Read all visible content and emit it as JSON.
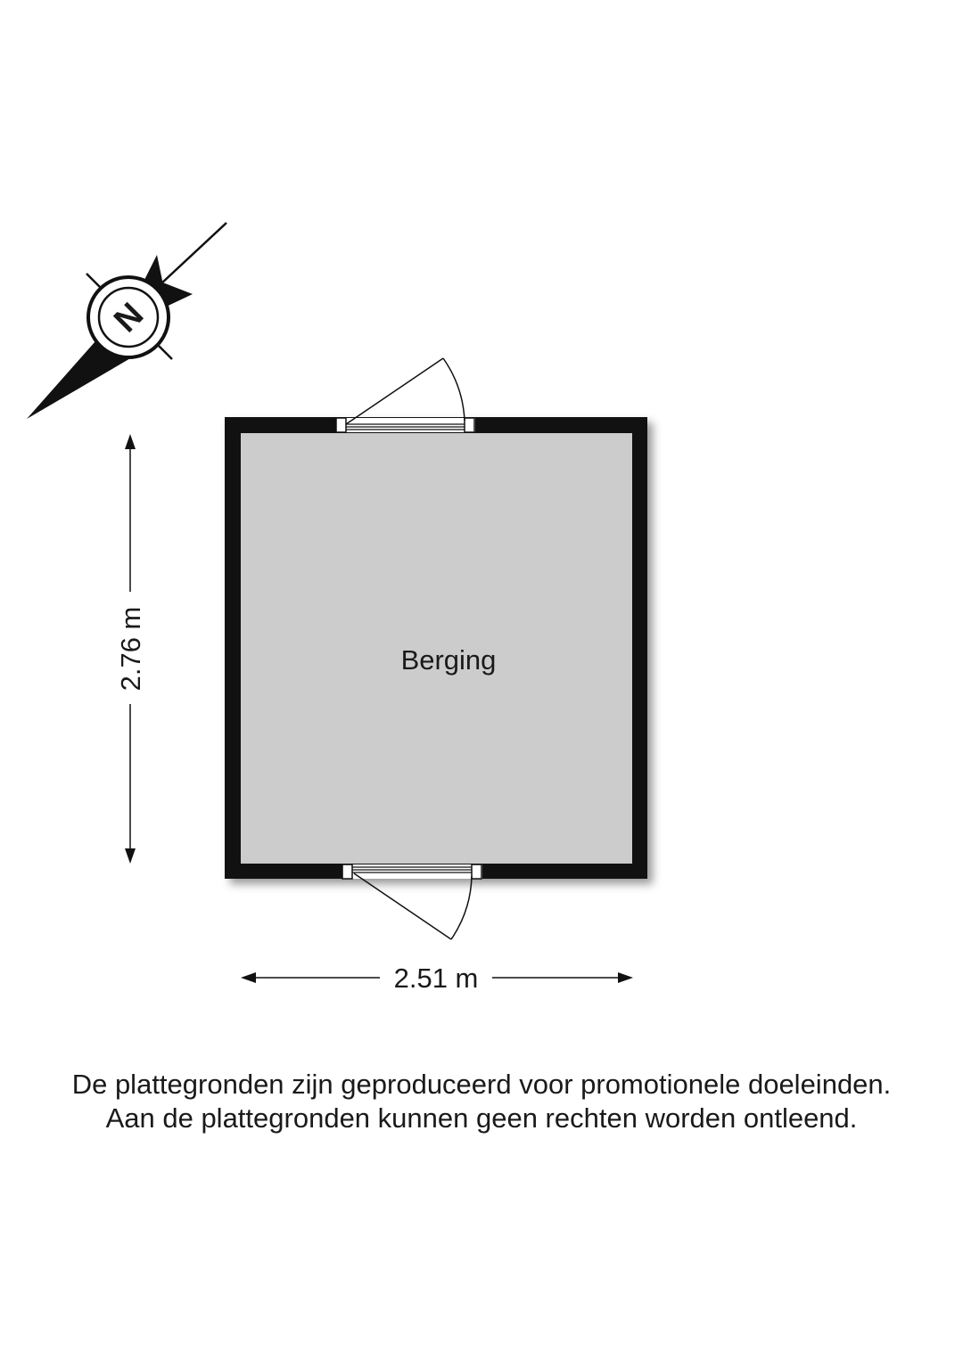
{
  "room": {
    "label": "Berging"
  },
  "dimensions": {
    "width_label": "2.51 m",
    "height_label": "2.76 m"
  },
  "compass": {
    "letter": "N",
    "icon": "north-arrow-icon"
  },
  "disclaimer": {
    "line1": "De plattegronden zijn geproduceerd voor promotionele doeleinden.",
    "line2": "Aan de plattegronden kunnen geen rechten worden ontleend."
  },
  "colors": {
    "wall": "#111111",
    "floor": "#cccccc",
    "text": "#1a1a1a"
  }
}
